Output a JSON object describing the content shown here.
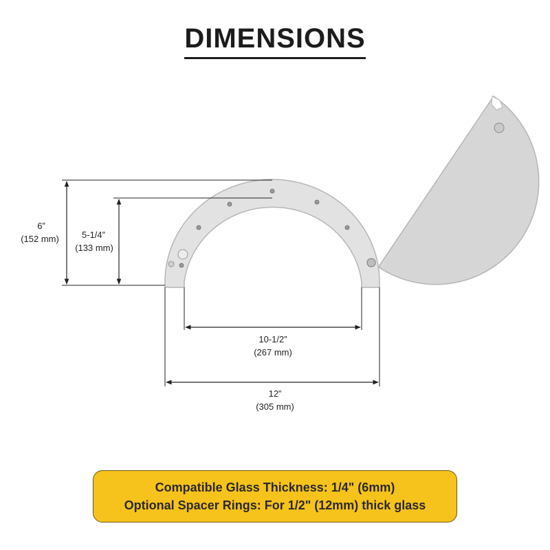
{
  "header": {
    "title": "DIMENSIONS"
  },
  "dimensions": {
    "outer_height": {
      "imperial": "6”",
      "metric": "(152 mm)"
    },
    "inner_height": {
      "imperial": "5-1/4”",
      "metric": "(133 mm)"
    },
    "inner_width": {
      "imperial": "10-1/2”",
      "metric": "(267 mm)"
    },
    "outer_width": {
      "imperial": "12”",
      "metric": "(305 mm)"
    }
  },
  "note": {
    "line1": "Compatible Glass Thickness: 1/4\" (6mm)",
    "line2": "Optional Spacer Rings: For 1/2\" (12mm) thick glass"
  },
  "colors": {
    "accent": "#f6c21c",
    "metal": "#e2e2e2",
    "metal_edge": "#b5b5b5",
    "line": "#222222"
  }
}
